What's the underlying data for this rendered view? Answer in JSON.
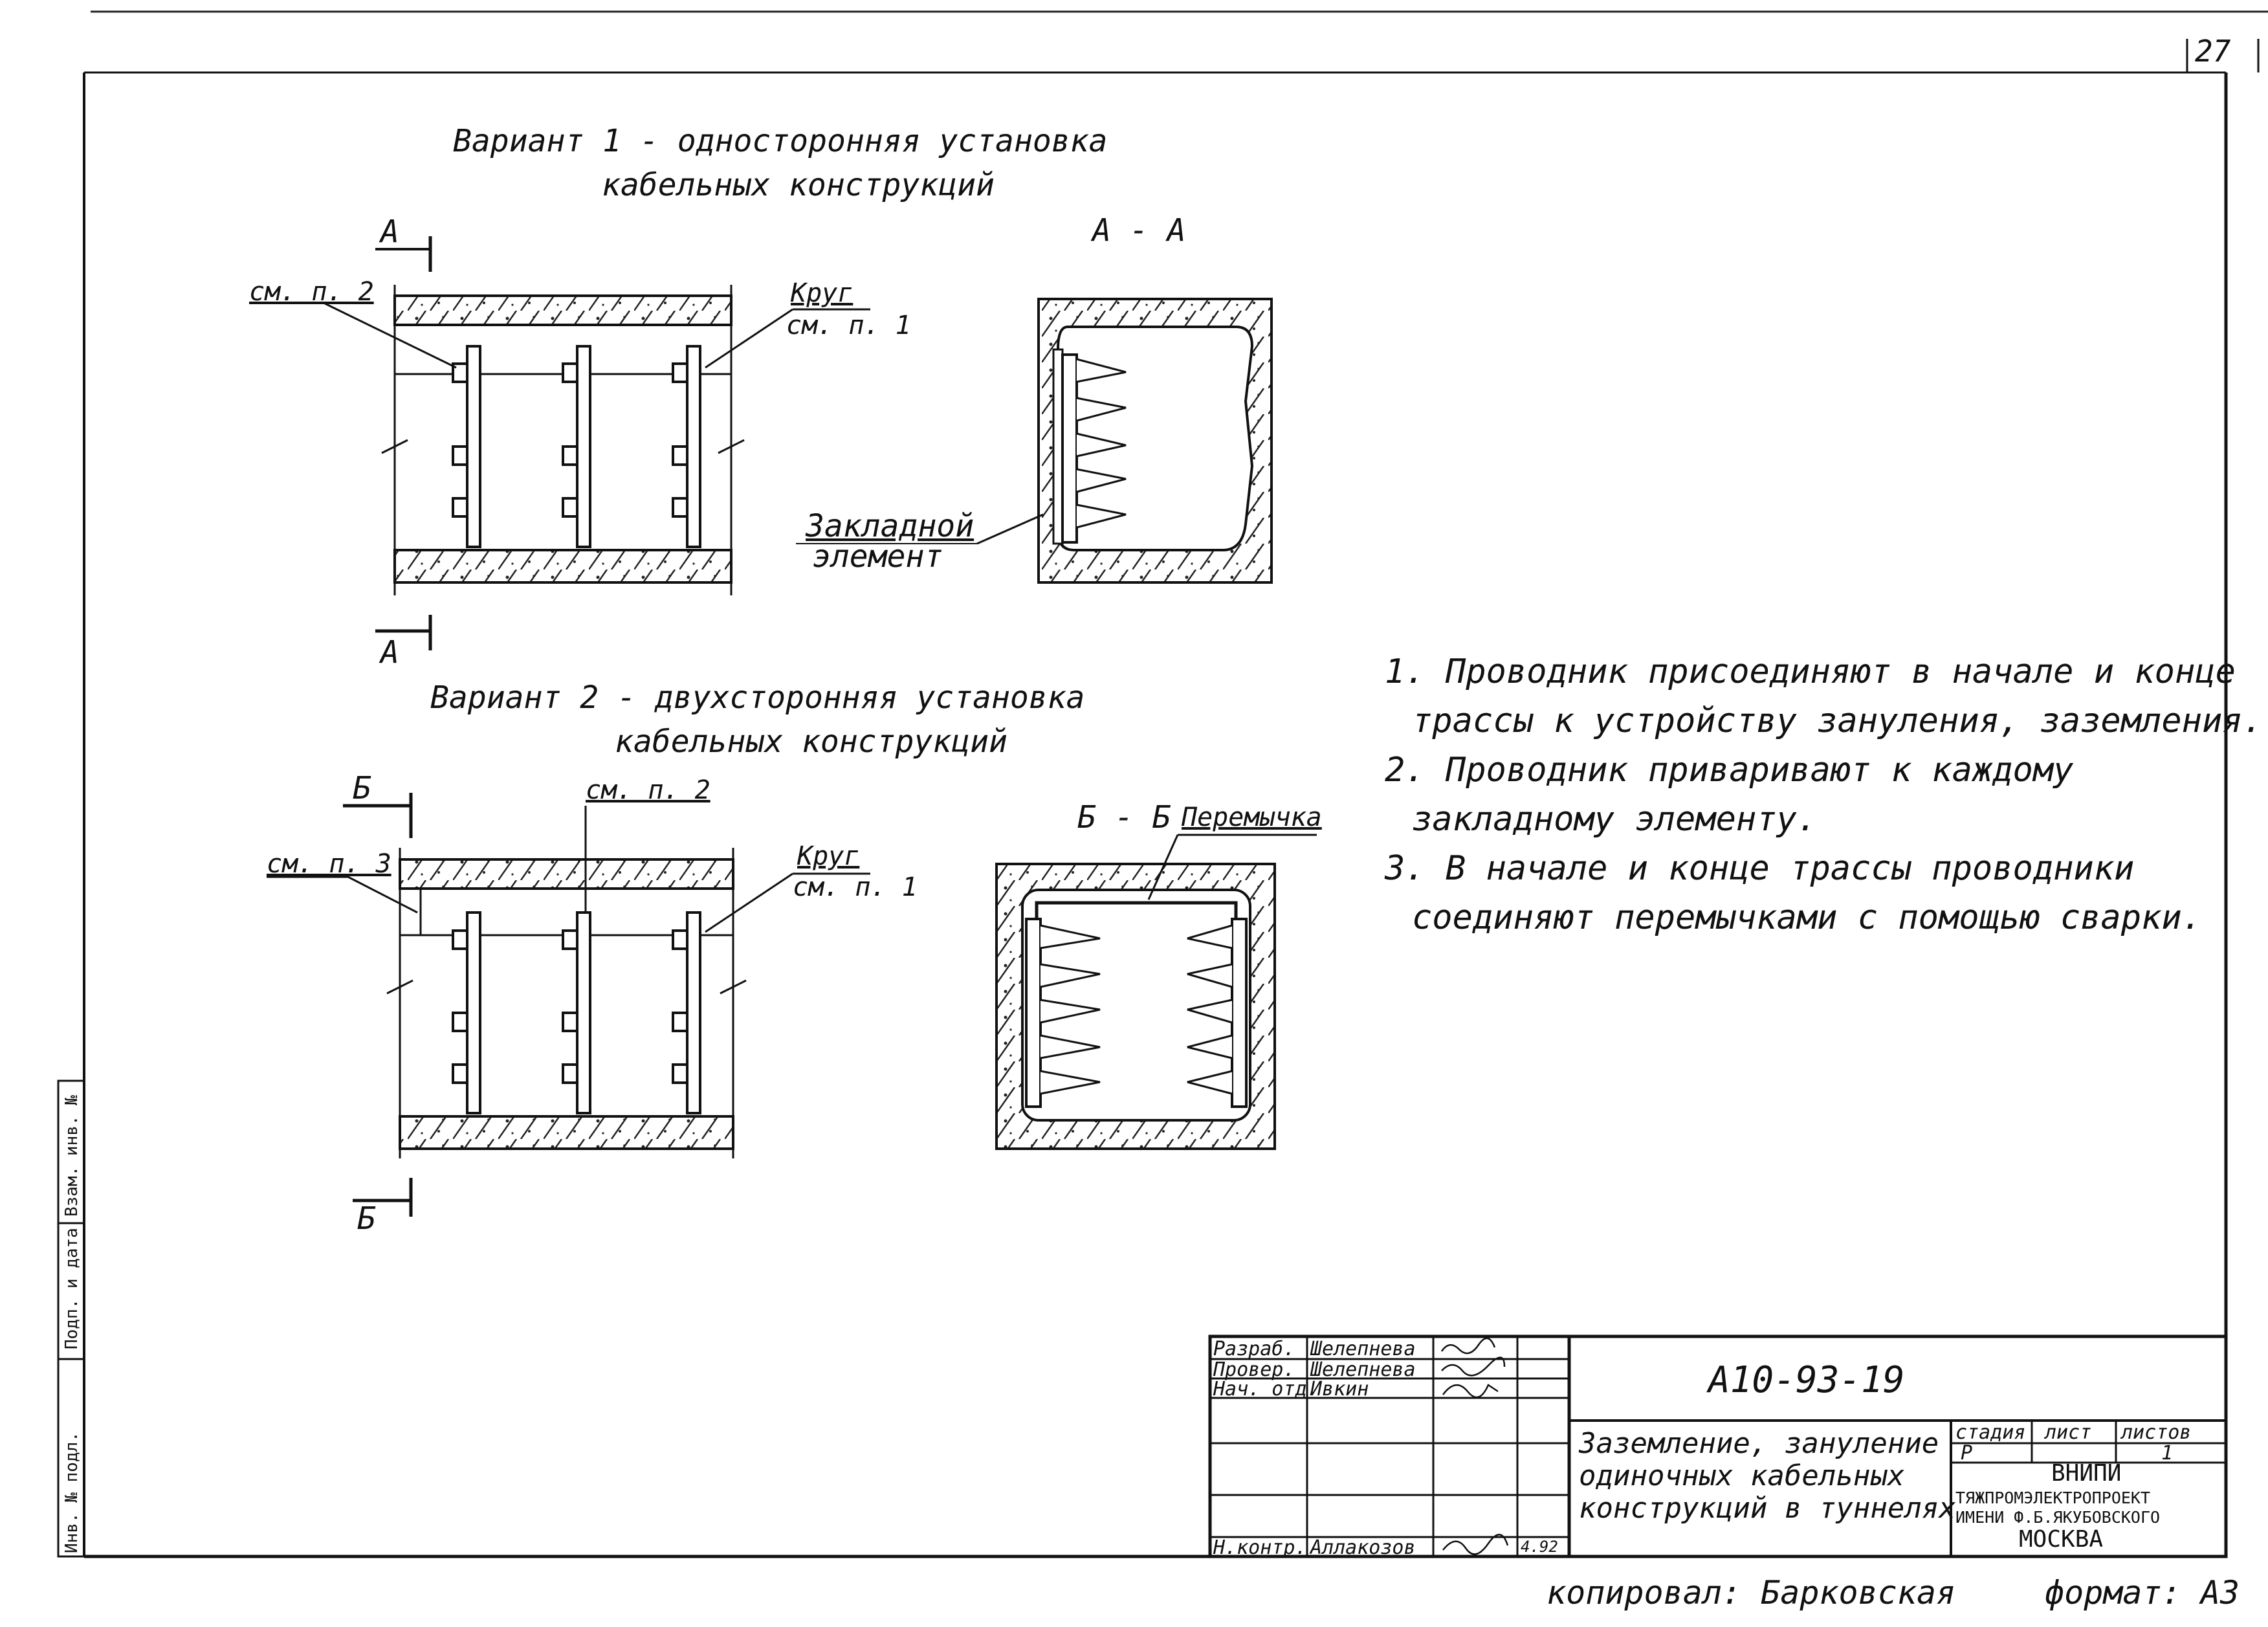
{
  "sheet_no": "27",
  "variant1": {
    "title_line1": "Вариант 1 - односторонняя установка",
    "title_line2": "кабельных конструкций",
    "section_letter": "А",
    "section_label": "А - А",
    "ref_p2": "см. п. 2",
    "krug": "Круг",
    "ref_p1": "см. п. 1",
    "embed_line1": "Закладной",
    "embed_line2": "элемент"
  },
  "variant2": {
    "title_line1": "Вариант 2 - двухсторонняя установка",
    "title_line2": "кабельных конструкций",
    "section_letter": "Б",
    "section_label": "Б - Б",
    "ref_p2": "см. п. 2",
    "ref_p3": "см. п. 3",
    "krug": "Круг",
    "ref_p1": "см. п. 1",
    "jumper": "Перемычка"
  },
  "notes": [
    "1. Проводник присоединяют в начале и конце",
    "трассы к устройству зануления, заземления.",
    "2. Проводник приваривают к каждому",
    "закладному элементу.",
    "3. В начале и конце трассы проводники",
    "соединяют перемычками с помощью сварки."
  ],
  "stamp": {
    "roles": [
      "Разраб.",
      "Провер.",
      "Нач. отд.",
      "",
      "",
      "Н.контр."
    ],
    "names": [
      "Шелепнева",
      "Шелепнева",
      "Ивкин",
      "",
      "",
      "Аллакозов"
    ],
    "code": "А10-93-19",
    "title_line1": "Заземление, зануление",
    "title_line2": "одиночных кабельных",
    "title_line3": "конструкций в туннелях",
    "stage_header": "стадия",
    "sheet_header": "лист",
    "sheets_header": "листов",
    "stage": "Р",
    "sheets": "1",
    "org_line1": "ВНИПИ",
    "org_line2": "ТЯЖПРОМЭЛЕКТРОПРОЕКТ",
    "org_line3": "ИМЕНИ Ф.Б.ЯКУБОВСКОГО",
    "org_line4": "МОСКВА",
    "date": "4.92"
  },
  "side_labels": [
    "Инв. № подл.",
    "Подп. и дата",
    "Взам. инв. №"
  ],
  "footer": {
    "copied": "копировал: Барковская",
    "format": "формат: А3"
  }
}
